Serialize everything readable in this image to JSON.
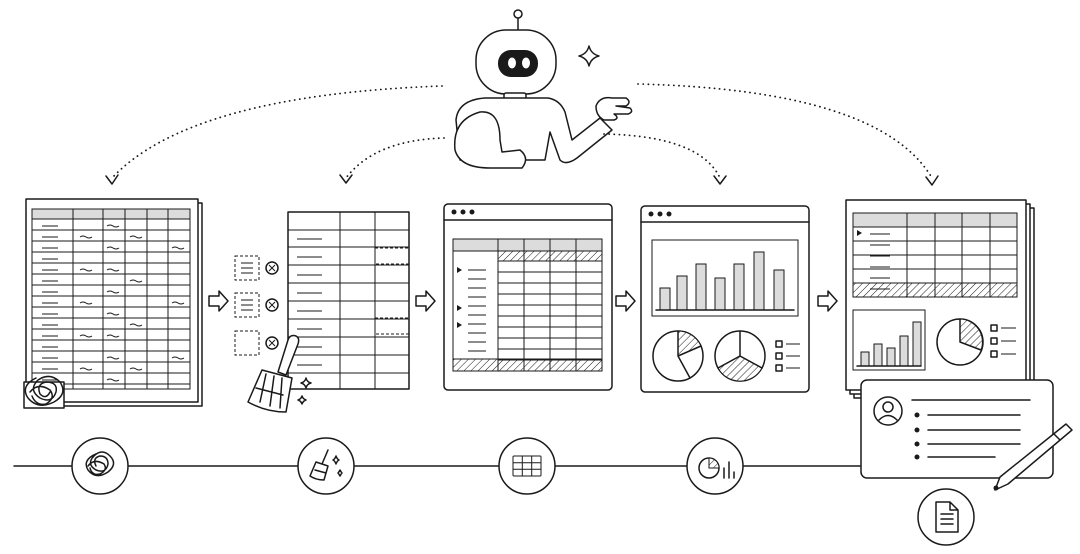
{
  "colors": {
    "ink": "#1a1a1a",
    "paper": "#ffffff",
    "shade": "#dcdcdc"
  },
  "pipeline": {
    "steps": [
      {
        "id": "messy-data",
        "icon": "scribble-icon"
      },
      {
        "id": "data-cleaning",
        "icon": "broom-sparkle-icon"
      },
      {
        "id": "structured-table",
        "icon": "grid-table-icon"
      },
      {
        "id": "visualization",
        "icon": "pie-bar-chart-icon"
      },
      {
        "id": "report",
        "icon": "document-icon"
      }
    ]
  },
  "illustration": {
    "robot": "robot-pointing",
    "tool": "pen-icon",
    "profile": "user-profile-icon"
  }
}
